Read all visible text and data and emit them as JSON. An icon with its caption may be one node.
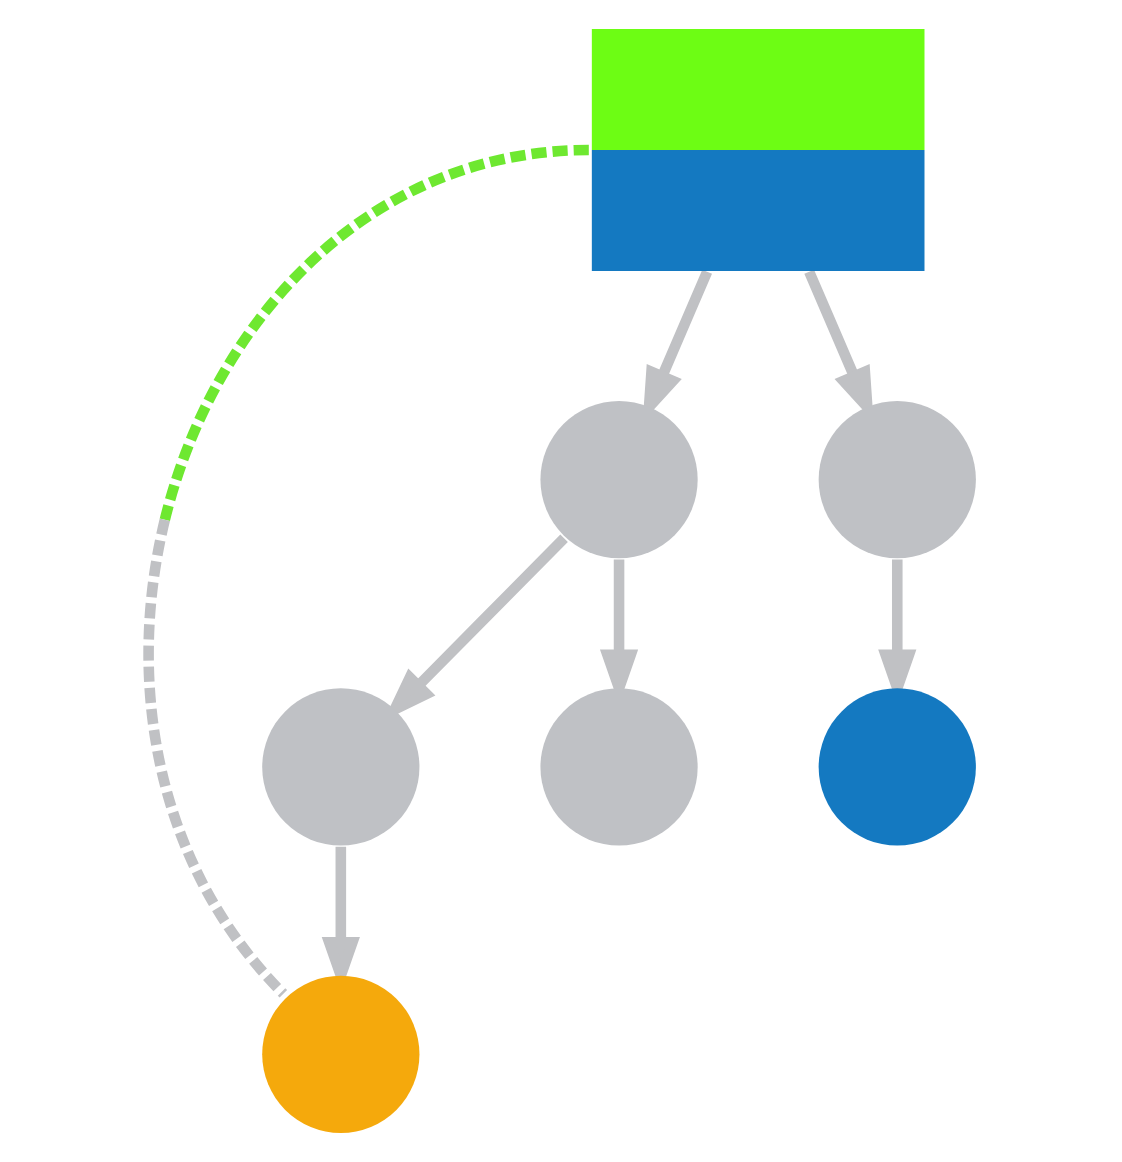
{
  "diagram": {
    "nodes": [
      {
        "text": [],
        "shape": "box"
      },
      {
        "text": [],
        "shape": "circle"
      },
      {
        "text": [],
        "shape": "circle"
      },
      {
        "text": [],
        "shape": "circle"
      },
      {
        "text": [],
        "shape": "circle"
      },
      {
        "text": [],
        "shape": "circle"
      },
      {
        "text": [],
        "shape": "circle"
      }
    ],
    "edges": [
      {
        "from": 0,
        "to": 1,
        "arrow": "to"
      },
      {
        "from": 0,
        "to": 2,
        "arrow": "to"
      },
      {
        "from": 1,
        "to": 3,
        "arrow": "to"
      },
      {
        "from": 1,
        "to": 4,
        "arrow": "to"
      },
      {
        "from": 2,
        "to": 5,
        "arrow": "to"
      },
      {
        "from": 3,
        "to": 6,
        "arrow": "to"
      },
      {
        "from": 0,
        "to": 6,
        "arrow": "none",
        "style": "dashed",
        "color": "#6ee830"
      }
    ]
  }
}
